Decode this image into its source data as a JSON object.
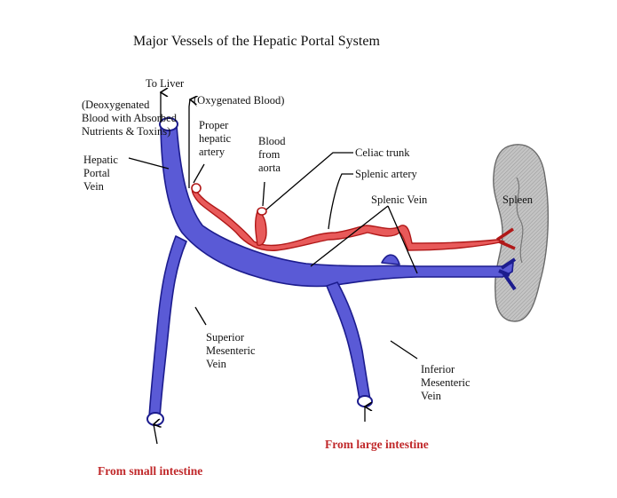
{
  "title": "Major Vessels of the Hepatic Portal System",
  "labels": {
    "to_liver": "To Liver",
    "deoxy_1": "(Deoxygenated",
    "deoxy_2": "Blood with Absorbed",
    "deoxy_3": "Nutrients & Toxins)",
    "oxygenated": "(Oxygenated Blood)",
    "proper_1": "Proper",
    "proper_2": "hepatic",
    "proper_3": "artery",
    "blood_1": "Blood",
    "blood_2": "from",
    "blood_3": "aorta",
    "celiac": "Celiac trunk",
    "splenic_artery": "Splenic artery",
    "splenic_vein": "Splenic Vein",
    "spleen": "Spleen",
    "hpv_1": "Hepatic",
    "hpv_2": "Portal",
    "hpv_3": "Vein",
    "smv_1": "Superior",
    "smv_2": "Mesenteric",
    "smv_3": "Vein",
    "imv_1": "Inferior",
    "imv_2": "Mesenteric",
    "imv_3": "Vein",
    "from_small": "From small intestine",
    "from_large": "From large intestine"
  },
  "colors": {
    "vein": "#5a5ad6",
    "vein_edge": "#1c1c8e",
    "artery": "#e85a5a",
    "artery_edge": "#b01818",
    "spleen": "#b9b9b9",
    "spleen_edge": "#6a6a6a",
    "source_text": "#c0282a"
  }
}
